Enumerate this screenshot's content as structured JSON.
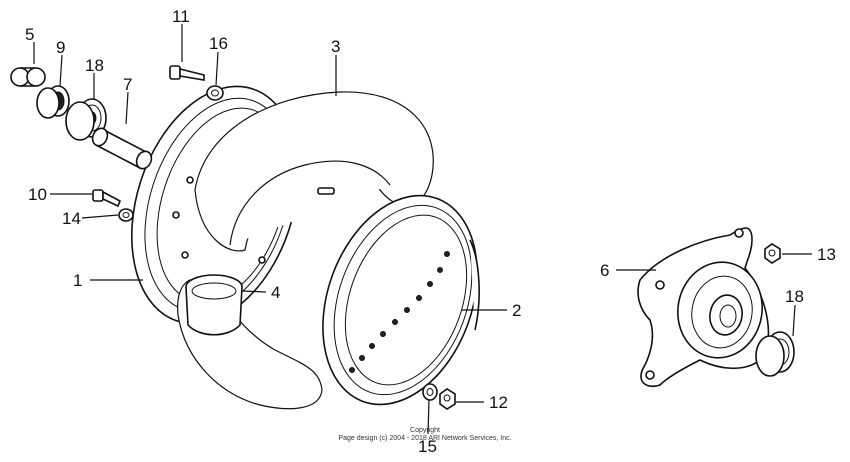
{
  "callouts": {
    "c1": "1",
    "c2": "2",
    "c3": "3",
    "c4": "4",
    "c5": "5",
    "c6": "6",
    "c7": "7",
    "c9": "9",
    "c10": "10",
    "c11": "11",
    "c12": "12",
    "c13": "13",
    "c14": "14",
    "c15": "15",
    "c16": "16",
    "c18a": "18",
    "c18b": "18"
  },
  "copyright": {
    "line1": "Copyright",
    "line2": "Page design (c) 2004 - 2018 ARI Network Services, Inc."
  },
  "colors": {
    "ink": "#111111",
    "background": "#ffffff"
  }
}
